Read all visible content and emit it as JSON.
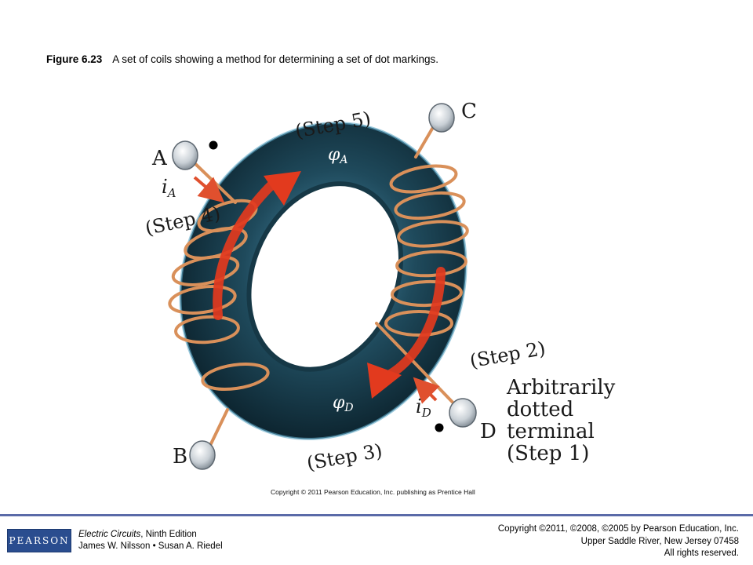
{
  "caption": {
    "figure_number": "Figure 6.23",
    "text": "A set of coils showing a method for determining a set of dot markings."
  },
  "diagram": {
    "labels": {
      "terminal_a": "A",
      "terminal_b": "B",
      "terminal_c": "C",
      "terminal_d": "D",
      "current_a": "i",
      "current_a_sub": "A",
      "current_d": "i",
      "current_d_sub": "D",
      "flux_a": "φ",
      "flux_a_sub": "A",
      "flux_d": "φ",
      "flux_d_sub": "D",
      "step1_line1": "Arbitrarily",
      "step1_line2": "dotted",
      "step1_line3": "terminal",
      "step1_line4": "(Step 1)",
      "step2": "(Step 2)",
      "step3": "(Step 3)",
      "step4": "(Step 4)",
      "step5": "(Step 5)"
    },
    "colors": {
      "core": "#1f4a5c",
      "core_edge": "#4e97b8",
      "coil": "#d9905a",
      "flux_arrow": "#e23a1e",
      "current_arrow": "#e0502e"
    }
  },
  "figure_copyright": "Copyright © 2011 Pearson Education, Inc. publishing as Prentice Hall",
  "footer": {
    "logo": "PEARSON",
    "book_title": "Electric Circuits",
    "book_edition": ", Ninth Edition",
    "authors": "James W. Nilsson • Susan A. Riedel",
    "copyright_line1": "Copyright ©2011, ©2008, ©2005 by Pearson Education, Inc.",
    "copyright_line2": "Upper Saddle River, New Jersey 07458",
    "copyright_line3": "All rights reserved."
  }
}
